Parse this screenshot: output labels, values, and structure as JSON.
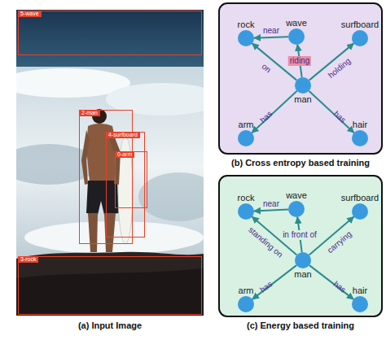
{
  "diagram": {
    "nodes": [
      {
        "text": [
          "(a) Input Image"
        ]
      },
      {
        "text": [
          "5-wave"
        ],
        "in": 0
      },
      {
        "text": [
          "2-man"
        ],
        "in": 0
      },
      {
        "text": [
          "4-surfboard"
        ],
        "in": 0
      },
      {
        "text": [
          "0-arm"
        ],
        "in": 0
      },
      {
        "text": [
          "3-rock"
        ],
        "in": 0
      },
      {
        "text": [
          "(b) Cross entropy based training"
        ]
      },
      {
        "text": [
          "rock"
        ],
        "in": 6
      },
      {
        "text": [
          "wave"
        ],
        "in": 6
      },
      {
        "text": [
          "surfboard"
        ],
        "in": 6
      },
      {
        "text": [
          "man"
        ],
        "in": 6
      },
      {
        "text": [
          "arm"
        ],
        "in": 6
      },
      {
        "text": [
          "hair"
        ],
        "in": 6
      },
      {
        "text": [
          "(c) Energy based training"
        ]
      },
      {
        "text": [
          "rock"
        ],
        "in": 13
      },
      {
        "text": [
          "wave"
        ],
        "in": 13
      },
      {
        "text": [
          "surfboard"
        ],
        "in": 13
      },
      {
        "text": [
          "man"
        ],
        "in": 13
      },
      {
        "text": [
          "arm"
        ],
        "in": 13
      },
      {
        "text": [
          "hair"
        ],
        "in": 13
      }
    ],
    "edges": [
      {
        "from": 8,
        "to": 7,
        "label": "near",
        "arrow": "to"
      },
      {
        "from": 10,
        "to": 7,
        "label": "on",
        "arrow": "to"
      },
      {
        "from": 10,
        "to": 8,
        "label": "riding",
        "arrow": "to"
      },
      {
        "from": 10,
        "to": 9,
        "label": "holding",
        "arrow": "to"
      },
      {
        "from": 10,
        "to": 11,
        "label": "has",
        "arrow": "to"
      },
      {
        "from": 10,
        "to": 12,
        "label": "has",
        "arrow": "to"
      },
      {
        "from": 15,
        "to": 14,
        "label": "near",
        "arrow": "to"
      },
      {
        "from": 17,
        "to": 14,
        "label": "standing on",
        "arrow": "to"
      },
      {
        "from": 17,
        "to": 15,
        "label": "in front of",
        "arrow": "to"
      },
      {
        "from": 17,
        "to": 16,
        "label": "carrying",
        "arrow": "to"
      },
      {
        "from": 17,
        "to": 18,
        "label": "has",
        "arrow": "to"
      },
      {
        "from": 17,
        "to": 19,
        "label": "has",
        "arrow": "to"
      }
    ]
  }
}
